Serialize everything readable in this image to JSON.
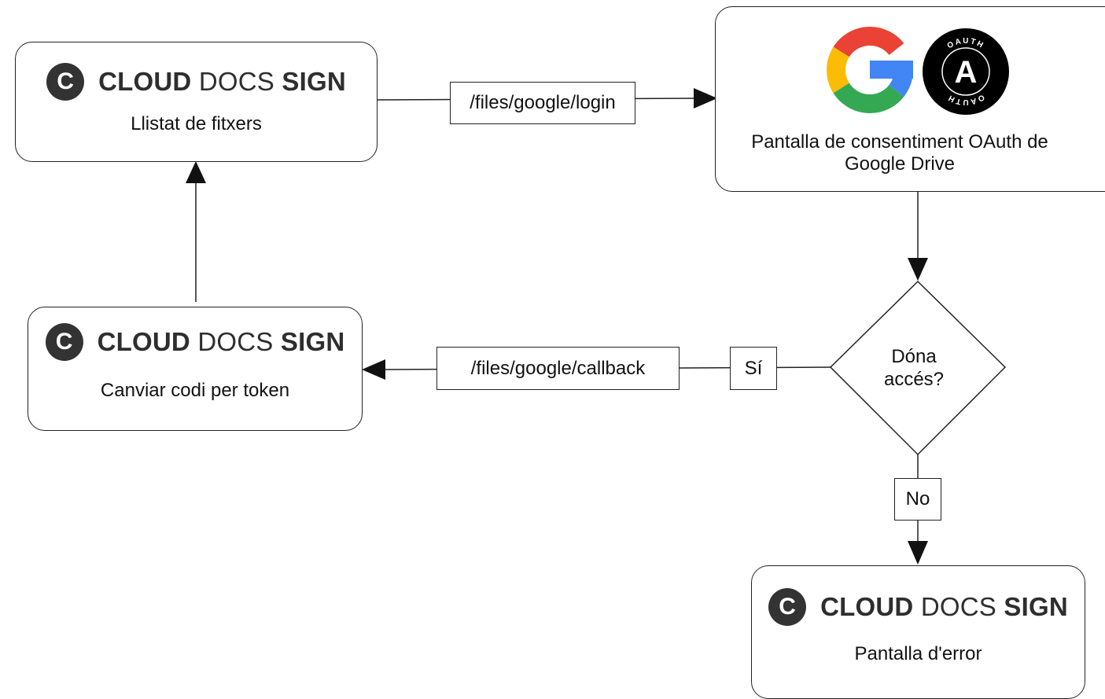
{
  "brand": {
    "part1": "CLOUD",
    "part2": "DOCS",
    "part3": "SIGN",
    "logo_letter": "C"
  },
  "nodes": {
    "file_list": {
      "caption": "Llistat de fitxers"
    },
    "consent": {
      "caption_line1": "Pantalla de consentiment OAuth de",
      "caption_line2": "Google Drive"
    },
    "exchange": {
      "caption": "Canviar codi per token"
    },
    "error": {
      "caption": "Pantalla d'error"
    }
  },
  "decision": {
    "line1": "Dóna",
    "line2": "accés?"
  },
  "edge_labels": {
    "login": "/files/google/login",
    "callback": "/files/google/callback",
    "yes": "Sí",
    "no": "No"
  },
  "logos": {
    "google": "google-g-icon",
    "oauth": {
      "icon": "oauth-badge-icon",
      "ring_text": "OAUTH",
      "letter": "A"
    }
  },
  "colors": {
    "google_blue": "#4285F4",
    "google_red": "#EA4335",
    "google_yellow": "#FBBC05",
    "google_green": "#34A853",
    "brand_dark": "#333333"
  }
}
